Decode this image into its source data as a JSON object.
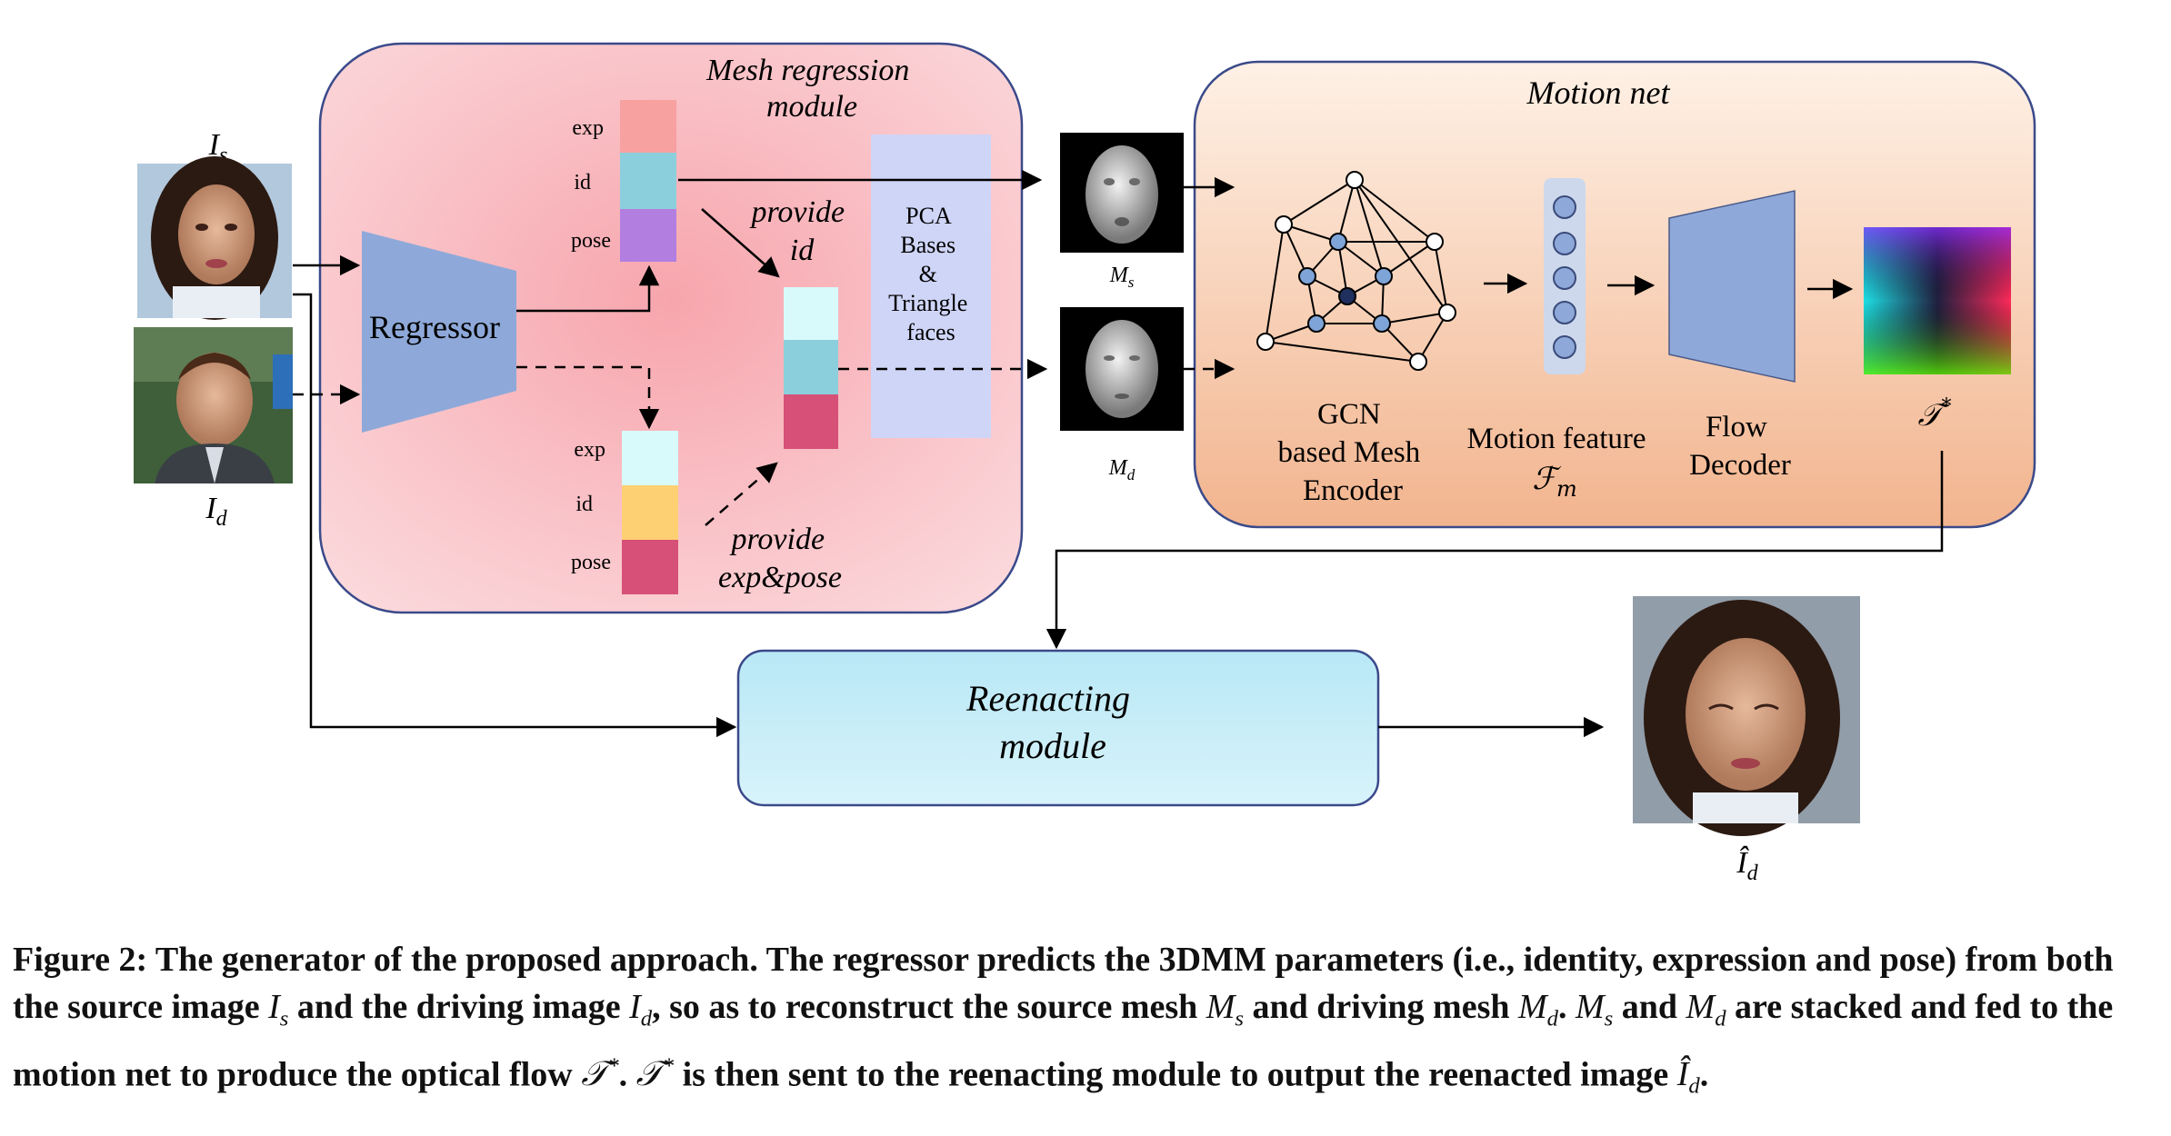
{
  "inputs": {
    "source_label": "I",
    "source_sub": "s",
    "driving_label": "I",
    "driving_sub": "d"
  },
  "mesh_regression": {
    "title_line1": "Mesh regression",
    "title_line2": "module",
    "regressor_label": "Regressor",
    "top_params": [
      "exp",
      "id",
      "pose"
    ],
    "bottom_params": [
      "exp",
      "id",
      "pose"
    ],
    "provide_id_line1": "provide",
    "provide_id_line2": "id",
    "provide_exp_line1": "provide",
    "provide_exp_line2": "exp&pose",
    "pca_lines": [
      "PCA",
      "Bases",
      "&",
      "Triangle",
      "faces"
    ]
  },
  "meshes": {
    "source_label": "M",
    "source_sub": "s",
    "driving_label": "M",
    "driving_sub": "d"
  },
  "motion_net": {
    "title": "Motion net",
    "gcn_lines": [
      "GCN",
      "based Mesh",
      "Encoder"
    ],
    "feature_line1": "Motion feature",
    "feature_symbol": "ℱ",
    "feature_sub": "m",
    "decoder_lines": [
      "Flow",
      "Decoder"
    ],
    "flow_symbol": "𝒯",
    "flow_sup": "*"
  },
  "reenacting": {
    "line1": "Reenacting",
    "line2": "module"
  },
  "output": {
    "label": "Î",
    "sub": "d"
  },
  "caption": {
    "p1": "Figure 2: The generator of the proposed approach. The regressor predicts the 3DMM parameters (i.e., identity, expression and pose) from both the source image ",
    "p2": " and the driving image ",
    "p3": ", so as to reconstruct the source mesh ",
    "p4": " and driving mesh ",
    "p5": ". ",
    "p6": " and ",
    "p7": " are stacked and fed to the motion net to produce the optical flow ",
    "p8": ". ",
    "p9": " is then sent to the reenacting module to output the reenacted image ",
    "p10": ".",
    "Is": "I",
    "Is_sub": "s",
    "Id": "I",
    "Id_sub": "d",
    "Ms": "M",
    "Ms_sub": "s",
    "Md": "M",
    "Md_sub": "d",
    "T": "𝒯",
    "T_sup": "*",
    "Ihat": "Î",
    "Ihat_sub": "d"
  },
  "colors": {
    "module_pink": "#f8c4c8",
    "motion_peach": "#f5c7a6",
    "regressor_blue": "#8ea9d9",
    "pca_lavender": "#cfd5f7",
    "reenact_cyan": "#bfe9f5",
    "exp_top": "#f7a1a1",
    "id_top": "#8ccfdc",
    "pose_top": "#b27fe0",
    "exp_bottom": "#d8fafa",
    "id_bottom": "#fdd073",
    "pose_bottom": "#d65077"
  }
}
